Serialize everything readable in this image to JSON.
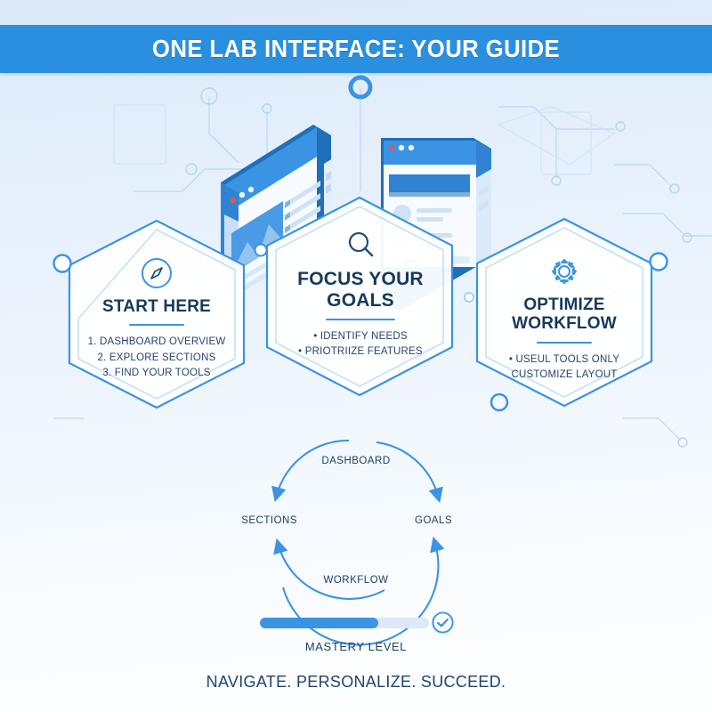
{
  "header": {
    "title": "ONE LAB INTERFACE: YOUR GUIDE",
    "bar_color": "#2b8fe0"
  },
  "theme": {
    "accent": "#3b93e3",
    "accent_dark": "#1f6fba",
    "text_dark": "#17395c",
    "background_top": "#dbe9f8",
    "background_bottom": "#fdfefe"
  },
  "illustration": {
    "left_window_name": "dashboard-window",
    "right_window_name": "content-window",
    "decoration": "circuit-nodes"
  },
  "cards": [
    {
      "id": "start-here",
      "icon": "compass-icon",
      "title": "START HERE",
      "lines": [
        "1. DASHBOARD OVERVIEW",
        "2. EXPLORE SECTIONS",
        "3. FIND YOUR TOOLS"
      ]
    },
    {
      "id": "focus-your-goals",
      "icon": "magnifier-icon",
      "title_line1": "FOCUS YOUR",
      "title_line2": "GOALS",
      "lines": [
        "• IDENTIFY NEEDS",
        "• PRIOTRIIZE FEATURES"
      ]
    },
    {
      "id": "optimize-workflow",
      "icon": "gear-icon",
      "title_line1": "OPTIMIZE",
      "title_line2": "WORKFLOW",
      "lines": [
        "• USEUL TOOLS ONLY",
        "CUSTOMIZE LAYOUT"
      ]
    }
  ],
  "cycle": {
    "top": "DASHBOARD",
    "right": "GOALS",
    "bottom": "WORKFLOW",
    "left": "SECTIONS"
  },
  "progress": {
    "label": "MASTERY LEVEL",
    "percent": 70,
    "fill_color": "#3b93e3",
    "track_color": "#dce9f8",
    "end_icon": "check-circle-icon"
  },
  "footer": {
    "tagline": "NAVIGATE. PERSONALIZE. SUCCEED."
  }
}
